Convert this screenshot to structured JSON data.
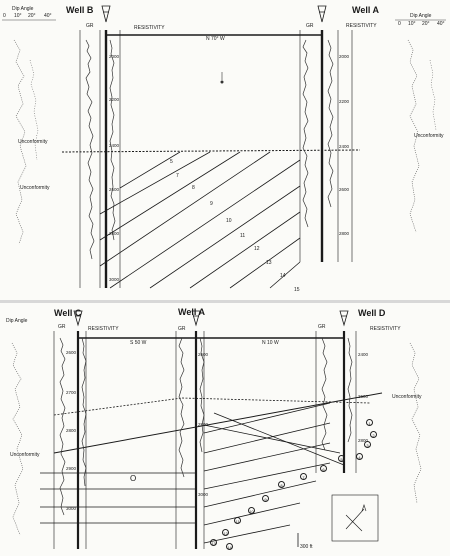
{
  "top": {
    "well_b": "Well B",
    "well_a": "Well A",
    "gr_left": "GR",
    "resistivity_left": "RESISTIVITY",
    "direction": "N 70° W",
    "gr_right": "GR",
    "resistivity_right": "RESISTIVITY",
    "dip_angle_left": "Dip Angle",
    "dip_scale_left": [
      "0",
      "10°",
      "20°",
      "40°"
    ],
    "dip_angle_right": "Dip Angle",
    "dip_scale_right": [
      "0",
      "10°",
      "20°",
      "40°"
    ],
    "depths_b": [
      "2000",
      "2200",
      "2400",
      "2600",
      "2800",
      "3000"
    ],
    "depths_a": [
      "2000",
      "2200",
      "2400",
      "2600",
      "2800"
    ],
    "unconformity_left": "Unconformity",
    "unconformity_left2": "Unconformity",
    "unconformity_right": "Unconformity",
    "beds": [
      "5",
      "7",
      "8",
      "9",
      "10",
      "11",
      "12",
      "13",
      "14",
      "15"
    ]
  },
  "bottom": {
    "well_c": "Well C",
    "well_a": "Well A",
    "well_d": "Well D",
    "dip_angle": "Dip Angle",
    "gr_c": "GR",
    "resistivity_c": "RESISTIVITY",
    "gr_a": "GR",
    "gr_d": "GR",
    "resistivity_d": "RESISTIVITY",
    "dir_left": "S 50 W",
    "dir_right": "N 10 W",
    "depths_c": [
      "2600",
      "2700",
      "2800",
      "2900",
      "3000"
    ],
    "depths_a": [
      "2600",
      "2800",
      "3000"
    ],
    "depths_d": [
      "2400",
      "2600",
      "2800"
    ],
    "unconformity_c": "Unconformity",
    "unconformity_d": "Unconformity",
    "circled": [
      "1",
      "2",
      "3",
      "4",
      "5",
      "6",
      "7",
      "8",
      "9",
      "10",
      "11",
      "12",
      "13",
      "14"
    ],
    "marker_o": "O",
    "scale": "300 ft"
  },
  "colors": {
    "ink": "#1a1a1a",
    "paper": "#fbfbf8",
    "pencil": "#555555"
  }
}
